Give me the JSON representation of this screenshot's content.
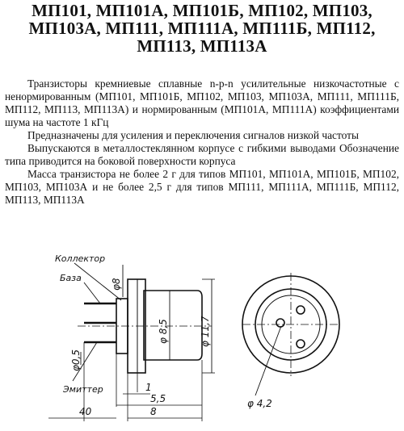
{
  "title_lines": [
    "МП101, МП101А, МП101Б, МП102, МП103,",
    "МП103А, МП111, МП111А, МП111Б, МП112,",
    "МП113, МП113А"
  ],
  "paragraphs": [
    "Транзисторы кремниевые сплавные n-p-n усилительные низкочастотные с ненормированным (МП101, МП101Б, МП102, МП103, МП103А, МП111, МП111Б, МП112, МП113, МП113А) и нормированным (МП101А, МП111А) коэффициентами шума на частоте 1 кГц",
    "Предназначены для усиления и переключения сигналов низкой частоты",
    "Выпускаются в металлостеклянном корпусе с гибкими выводами Обозначение типа приводится на боковой поверхности корпуса",
    "Масса транзистора не более 2 г для типов МП101, МП101А, МП101Б, МП102, МП103, МП103А и не более 2,5 г для типов МП111, МП111А, МП111Б, МП112, МП113, МП113А"
  ],
  "figure": {
    "label_collector": "Коллектор",
    "label_base": "База",
    "label_emitter": "Эмиттер",
    "dim_phi8": "φ8",
    "dim_phi85": "φ 8,5",
    "dim_phi117": "φ 11,7",
    "dim_phi05": "φ0,5",
    "dim_1": "1",
    "dim_55": "5,5",
    "dim_40": "40",
    "dim_8": "8",
    "dim_phi42": "φ 4,2"
  }
}
